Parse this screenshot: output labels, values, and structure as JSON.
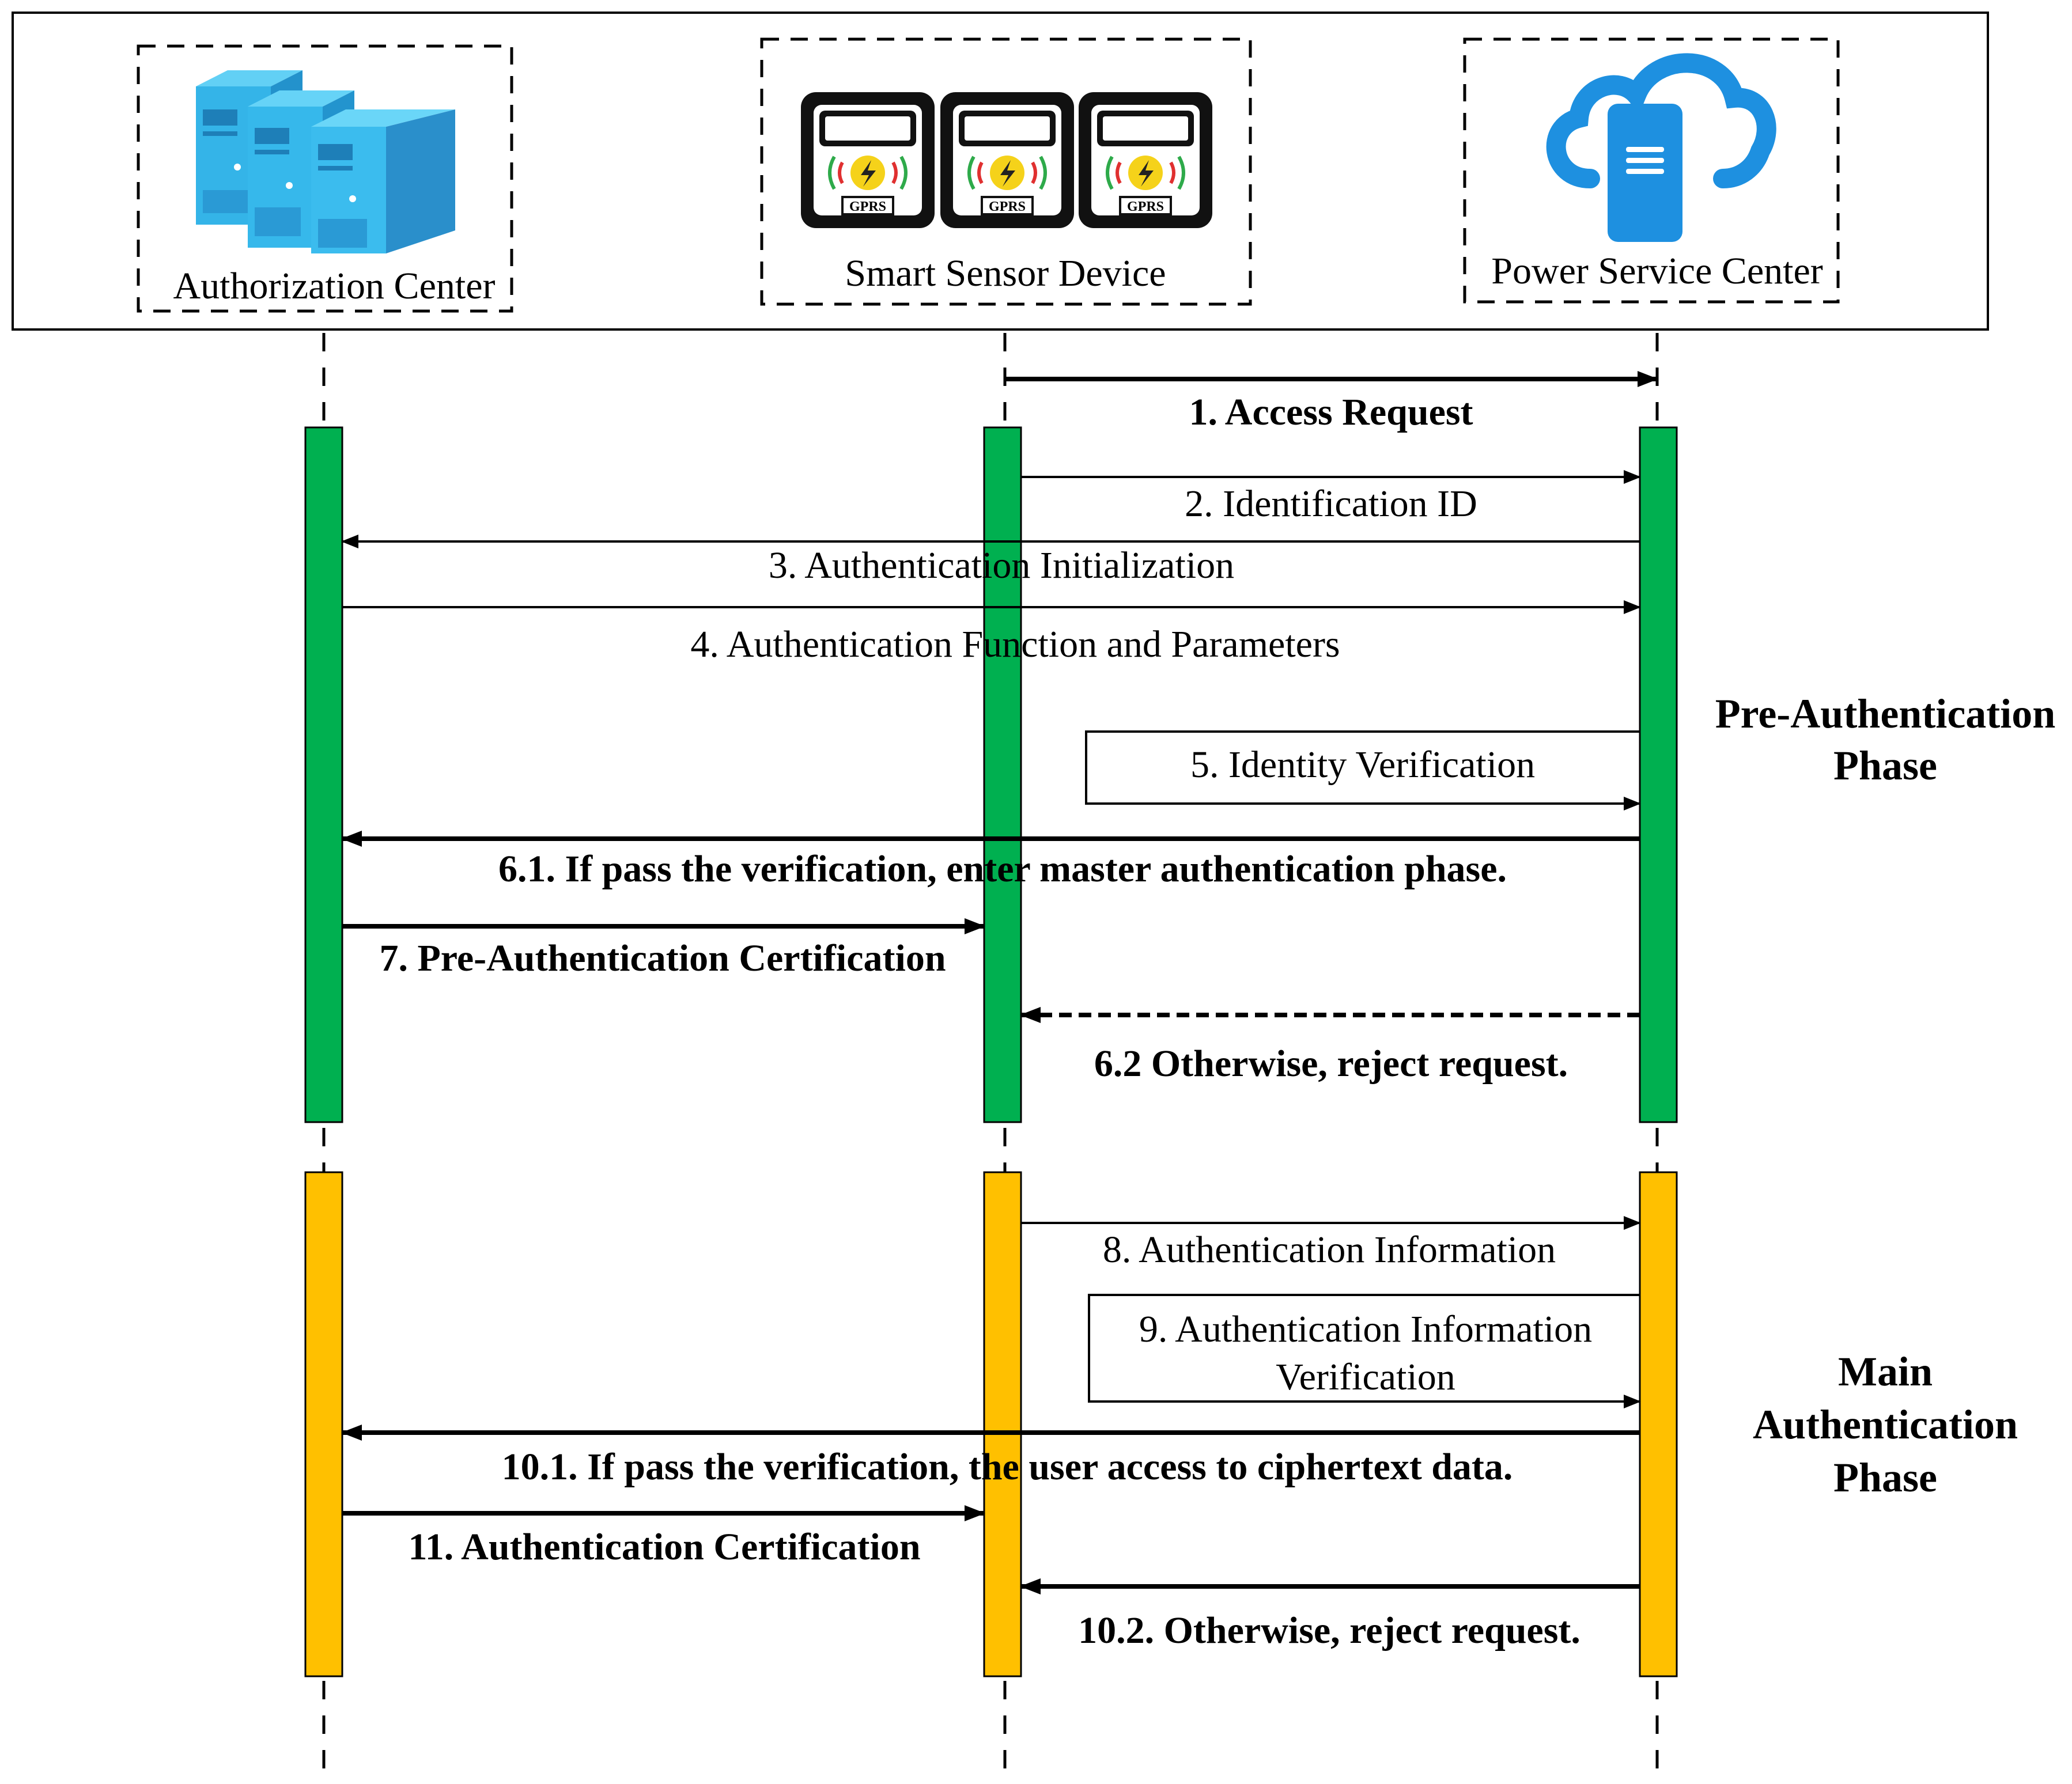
{
  "actors": [
    {
      "label": "Authorization Center",
      "icon": "server-rack-icon"
    },
    {
      "label": "Smart Sensor Device",
      "icon": "smart-meter-icon"
    },
    {
      "label": "Power Service Center",
      "icon": "cloud-server-icon"
    }
  ],
  "meter_badge": "GPRS",
  "phases": [
    {
      "line1": "Pre-Authentication",
      "line2": "Phase",
      "line3": ""
    },
    {
      "line1": "Main",
      "line2": "Authentication",
      "line3": "Phase"
    }
  ],
  "messages": [
    {
      "label": "1. Access Request",
      "from": "Smart Sensor Device",
      "to": "Power Service Center",
      "weight": "bold",
      "style": "solid"
    },
    {
      "label": "2. Identification ID",
      "from": "Smart Sensor Device",
      "to": "Power Service Center",
      "weight": "regular",
      "style": "solid"
    },
    {
      "label": "3. Authentication Initialization",
      "from": "Power Service Center",
      "to": "Authorization Center",
      "weight": "regular",
      "style": "solid"
    },
    {
      "label": "4. Authentication Function and Parameters",
      "from": "Authorization Center",
      "to": "Power Service Center",
      "weight": "regular",
      "style": "solid"
    },
    {
      "label": "5. Identity Verification",
      "from": "Power Service Center",
      "to": "Power Service Center",
      "weight": "regular",
      "style": "self"
    },
    {
      "label": "6.1. If pass the verification, enter master authentication phase.",
      "from": "Power Service Center",
      "to": "Authorization Center",
      "weight": "bold",
      "style": "solid"
    },
    {
      "label": "7. Pre-Authentication Certification",
      "from": "Authorization Center",
      "to": "Smart Sensor Device",
      "weight": "bold",
      "style": "solid"
    },
    {
      "label": "6.2 Otherwise, reject request.",
      "from": "Power Service Center",
      "to": "Smart Sensor Device",
      "weight": "bold",
      "style": "dashed"
    },
    {
      "label": "8. Authentication Information",
      "from": "Smart Sensor Device",
      "to": "Power Service Center",
      "weight": "regular",
      "style": "solid"
    },
    {
      "label": "9. Authentication Information",
      "label2": "Verification",
      "from": "Power Service Center",
      "to": "Power Service Center",
      "weight": "regular",
      "style": "self"
    },
    {
      "label": "10.1. If pass the verification, the user access to ciphertext data.",
      "from": "Power Service Center",
      "to": "Authorization Center",
      "weight": "bold",
      "style": "solid"
    },
    {
      "label": "11. Authentication Certification",
      "from": "Authorization Center",
      "to": "Smart Sensor Device",
      "weight": "bold",
      "style": "solid"
    },
    {
      "label": "10.2. Otherwise, reject request.",
      "from": "Power Service Center",
      "to": "Smart Sensor Device",
      "weight": "bold",
      "style": "solid"
    }
  ],
  "colors": {
    "pre_phase_bar": "#00B050",
    "main_phase_bar": "#FFC000",
    "server": "#3BB9EA",
    "cloud": "#1E90E0",
    "line": "#000000"
  }
}
